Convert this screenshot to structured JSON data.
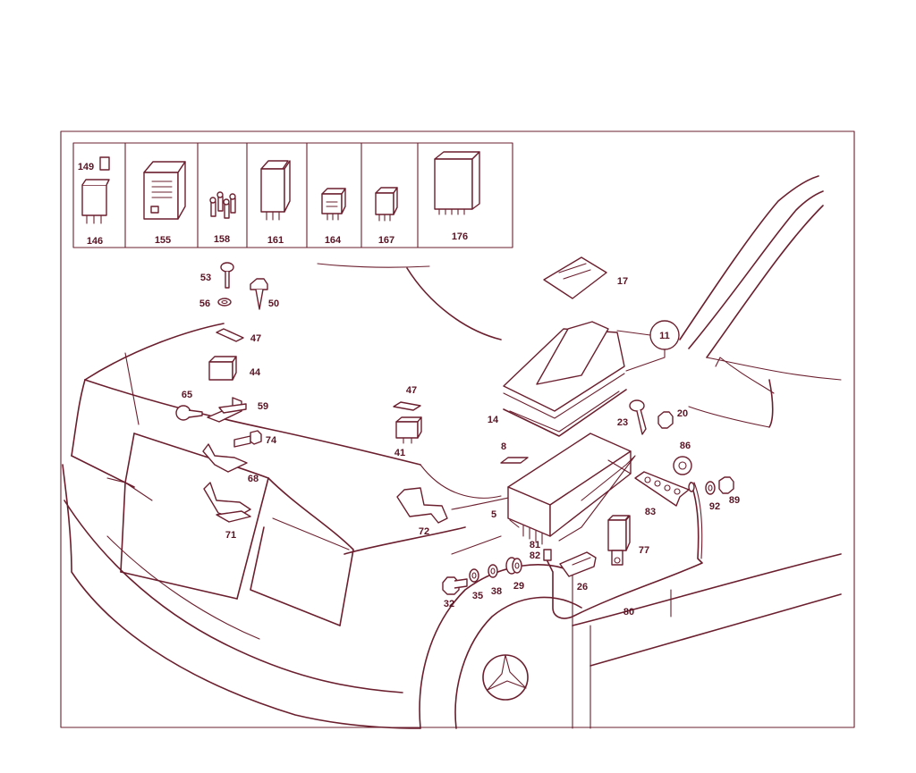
{
  "diagram": {
    "line_color": "#6b1f2e",
    "text_color": "#5a1525",
    "background": "#ffffff",
    "inset_parts": [
      {
        "label": "146",
        "icon": "relay-socket-icon"
      },
      {
        "label": "155",
        "icon": "control-unit-icon"
      },
      {
        "label": "158",
        "icon": "fuse-set-icon"
      },
      {
        "label": "161",
        "icon": "relay-icon"
      },
      {
        "label": "164",
        "icon": "relay-icon"
      },
      {
        "label": "167",
        "icon": "relay-icon"
      },
      {
        "label": "176",
        "icon": "control-unit-icon"
      }
    ],
    "inset_extra_label": "149",
    "callouts": {
      "c53": "53",
      "c56": "56",
      "c50": "50",
      "c47a": "47",
      "c44": "44",
      "c65": "65",
      "c59": "59",
      "c74": "74",
      "c68": "68",
      "c71": "71",
      "c47b": "47",
      "c41": "41",
      "c72": "72",
      "c17": "17",
      "c11": "11",
      "c14": "14",
      "c8": "8",
      "c5": "5",
      "c23": "23",
      "c20": "20",
      "c86": "86",
      "c83": "83",
      "c92": "92",
      "c89": "89",
      "c81": "81",
      "c82": "82",
      "c77": "77",
      "c26": "26",
      "c32": "32",
      "c35": "35",
      "c38": "38",
      "c29": "29",
      "c80": "80"
    }
  }
}
